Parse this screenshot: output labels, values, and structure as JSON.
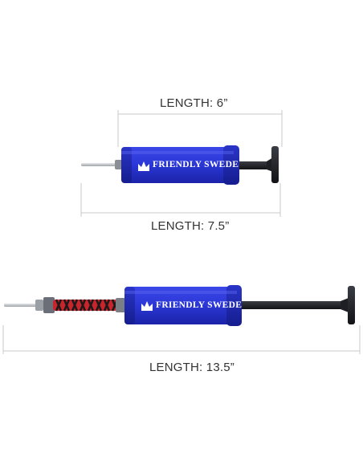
{
  "dimensions": {
    "short_length": "LENGTH: 6”",
    "collapsed_length": "LENGTH: 7.5”",
    "extended_length": "LENGTH: 13.5”"
  },
  "brand": {
    "name": "FRIENDLY SWEDE"
  },
  "colors": {
    "barrel": "#2c38d8",
    "barrel_dark": "#1c26b0",
    "handle": "#1d1f24",
    "hose_red": "#c8242c",
    "dimension_line": "#c8c8c8",
    "needle": "#bfc3c8"
  }
}
